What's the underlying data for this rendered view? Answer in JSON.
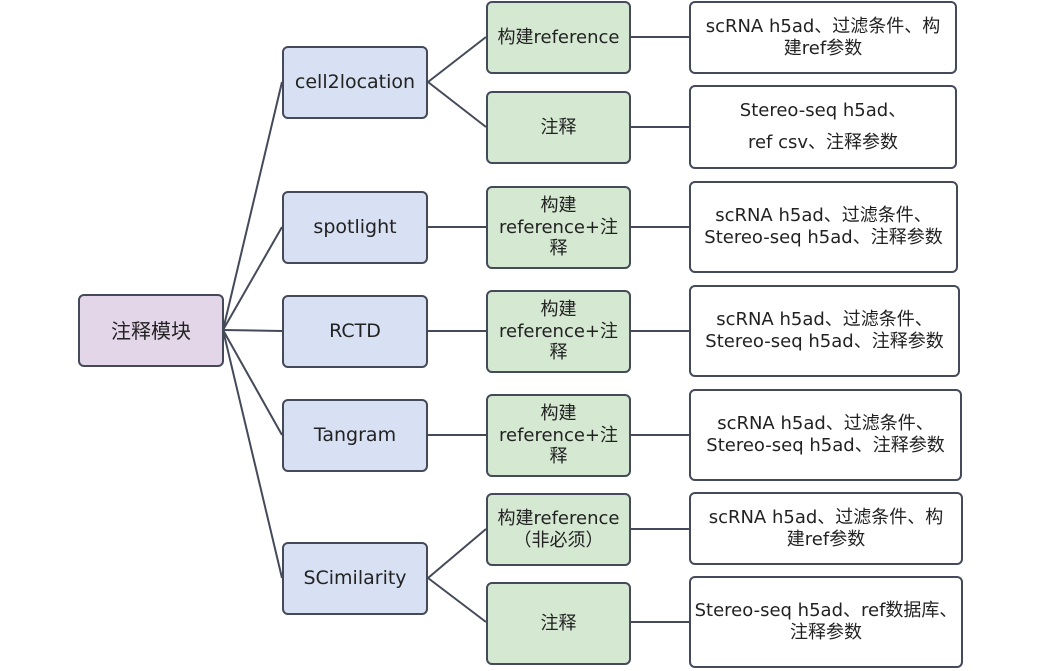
{
  "root": {
    "label": "注释模块"
  },
  "methods": [
    {
      "label": "cell2location",
      "steps": [
        {
          "label": "构建reference",
          "params": "scRNA h5ad、过滤条件、构建ref参数"
        },
        {
          "label": "注释",
          "params_lines": [
            "Stereo-seq h5ad、",
            "ref csv、注释参数"
          ]
        }
      ]
    },
    {
      "label": "spotlight",
      "steps": [
        {
          "label": "构建reference+注释",
          "params": "scRNA h5ad、过滤条件、Stereo-seq h5ad、注释参数"
        }
      ]
    },
    {
      "label": "RCTD",
      "steps": [
        {
          "label": "构建reference+注释",
          "params": "scRNA h5ad、过滤条件、Stereo-seq h5ad、注释参数"
        }
      ]
    },
    {
      "label": "Tangram",
      "steps": [
        {
          "label": "构建reference+注释",
          "params": "scRNA h5ad、过滤条件、Stereo-seq h5ad、注释参数"
        }
      ]
    },
    {
      "label": "SCimilarity",
      "steps": [
        {
          "label": "构建reference（非必须）",
          "params": "scRNA h5ad、过滤条件、构建ref参数"
        },
        {
          "label": "注释",
          "params": "Stereo-seq h5ad、ref数据库、注释参数"
        }
      ]
    }
  ],
  "colors": {
    "root_fill": "#e3d6e9",
    "method_fill": "#d8e1f3",
    "step_fill": "#d5e8d2",
    "param_fill": "#ffffff",
    "stroke": "#444a59"
  }
}
